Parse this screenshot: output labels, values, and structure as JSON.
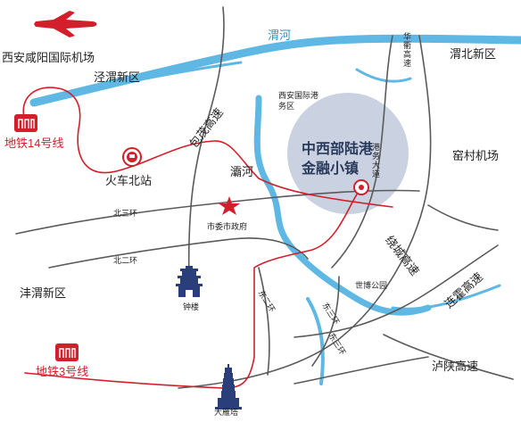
{
  "labels": {
    "airport": "西安咸阳国际机场",
    "jingwei": "泾渭新区",
    "weihe": "渭河",
    "weibei": "渭北新区",
    "gangwu": "西安国际港务区",
    "metro14": "地铁14号线",
    "baomao": "包茂高速",
    "baohe": "灞河",
    "hub_line1": "中西部陆港",
    "hub_line2": "金融小镇",
    "gangwu_ave": "港务大道",
    "yaocun": "窑村机场",
    "north_station": "火车北站",
    "north3": "北三环",
    "city_hall": "市委市政府",
    "north2": "北二环",
    "raocheng": "绕城高速",
    "lianhuo": "连霍高速",
    "fengwei": "沣渭新区",
    "shibo": "世博公园",
    "bell_tower": "钟楼",
    "east2": "东二环",
    "east3": "东三环",
    "metro3": "地铁3号线",
    "baolu": "泸陕高速",
    "dayan": "大雁塔",
    "quanxi": "华衢高速"
  },
  "colors": {
    "road": "#5a5a5a",
    "river": "#5fb8e3",
    "metro": "#d21f2b",
    "hub_circle": "#b8c2d6",
    "hub_text": "#2a3a5c",
    "landmark": "#2a3f7a",
    "plane": "#d21f2b"
  },
  "icons": [
    "airplane-icon",
    "metro-icon",
    "train-station-icon",
    "star-icon",
    "bell-tower-icon",
    "pagoda-icon",
    "target-icon"
  ]
}
